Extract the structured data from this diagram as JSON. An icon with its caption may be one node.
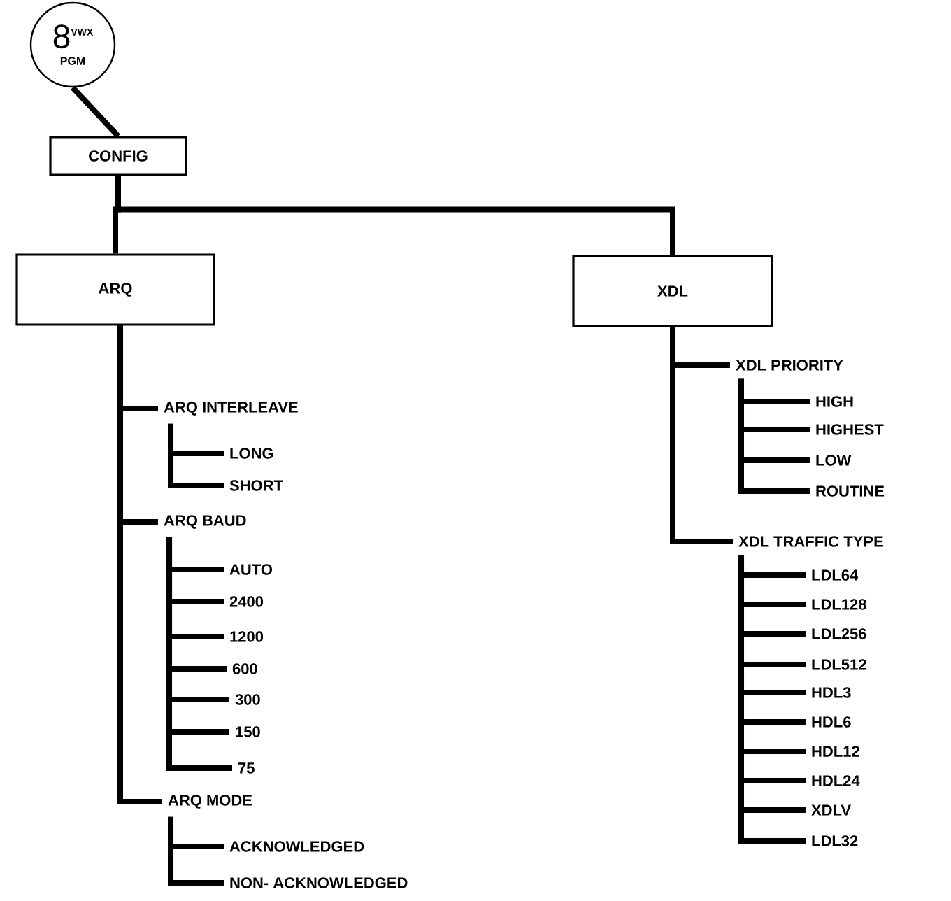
{
  "diagram": {
    "nodes": [
      {
        "text": [
          "8",
          "VWX",
          "PGM"
        ]
      },
      {
        "text": [
          "CONFIG"
        ]
      },
      {
        "text": [
          "ARQ"
        ]
      },
      {
        "text": [
          "XDL"
        ]
      },
      {
        "text": [
          "ARQ INTERLEAVE"
        ]
      },
      {
        "text": [
          "LONG"
        ]
      },
      {
        "text": [
          "SHORT"
        ]
      },
      {
        "text": [
          "ARQ BAUD"
        ]
      },
      {
        "text": [
          "AUTO"
        ]
      },
      {
        "text": [
          "2400"
        ]
      },
      {
        "text": [
          "1200"
        ]
      },
      {
        "text": [
          "600"
        ]
      },
      {
        "text": [
          "300"
        ]
      },
      {
        "text": [
          "150"
        ]
      },
      {
        "text": [
          "75"
        ]
      },
      {
        "text": [
          "ARQ MODE"
        ]
      },
      {
        "text": [
          "ACKNOWLEDGED"
        ]
      },
      {
        "text": [
          "NON- ACKNOWLEDGED"
        ]
      },
      {
        "text": [
          "XDL PRIORITY"
        ]
      },
      {
        "text": [
          "HIGH"
        ]
      },
      {
        "text": [
          "HIGHEST"
        ]
      },
      {
        "text": [
          "LOW"
        ]
      },
      {
        "text": [
          "ROUTINE"
        ]
      },
      {
        "text": [
          "XDL TRAFFIC TYPE"
        ]
      },
      {
        "text": [
          "LDL64"
        ]
      },
      {
        "text": [
          "LDL128"
        ]
      },
      {
        "text": [
          "LDL256"
        ]
      },
      {
        "text": [
          "LDL512"
        ]
      },
      {
        "text": [
          "HDL3"
        ]
      },
      {
        "text": [
          "HDL6"
        ]
      },
      {
        "text": [
          "HDL12"
        ]
      },
      {
        "text": [
          "HDL24"
        ]
      },
      {
        "text": [
          "XDLV"
        ]
      },
      {
        "text": [
          "LDL32"
        ]
      }
    ],
    "edges": [
      {
        "from": 0,
        "to": 1,
        "arrow": "none"
      },
      {
        "from": 1,
        "to": 2,
        "arrow": "none"
      },
      {
        "from": 1,
        "to": 3,
        "arrow": "none"
      },
      {
        "from": 2,
        "to": 4,
        "arrow": "none"
      },
      {
        "from": 4,
        "to": 5,
        "arrow": "none"
      },
      {
        "from": 4,
        "to": 6,
        "arrow": "none"
      },
      {
        "from": 2,
        "to": 7,
        "arrow": "none"
      },
      {
        "from": 7,
        "to": 8,
        "arrow": "none"
      },
      {
        "from": 7,
        "to": 9,
        "arrow": "none"
      },
      {
        "from": 7,
        "to": 10,
        "arrow": "none"
      },
      {
        "from": 7,
        "to": 11,
        "arrow": "none"
      },
      {
        "from": 7,
        "to": 12,
        "arrow": "none"
      },
      {
        "from": 7,
        "to": 13,
        "arrow": "none"
      },
      {
        "from": 7,
        "to": 14,
        "arrow": "none"
      },
      {
        "from": 2,
        "to": 15,
        "arrow": "none"
      },
      {
        "from": 15,
        "to": 16,
        "arrow": "none"
      },
      {
        "from": 15,
        "to": 17,
        "arrow": "none"
      },
      {
        "from": 3,
        "to": 18,
        "arrow": "none"
      },
      {
        "from": 18,
        "to": 19,
        "arrow": "none"
      },
      {
        "from": 18,
        "to": 20,
        "arrow": "none"
      },
      {
        "from": 18,
        "to": 21,
        "arrow": "none"
      },
      {
        "from": 18,
        "to": 22,
        "arrow": "none"
      },
      {
        "from": 3,
        "to": 23,
        "arrow": "none"
      },
      {
        "from": 23,
        "to": 24,
        "arrow": "none"
      },
      {
        "from": 23,
        "to": 25,
        "arrow": "none"
      },
      {
        "from": 23,
        "to": 26,
        "arrow": "none"
      },
      {
        "from": 23,
        "to": 27,
        "arrow": "none"
      },
      {
        "from": 23,
        "to": 28,
        "arrow": "none"
      },
      {
        "from": 23,
        "to": 29,
        "arrow": "none"
      },
      {
        "from": 23,
        "to": 30,
        "arrow": "none"
      },
      {
        "from": 23,
        "to": 31,
        "arrow": "none"
      },
      {
        "from": 23,
        "to": 32,
        "arrow": "none"
      },
      {
        "from": 23,
        "to": 33,
        "arrow": "none"
      }
    ]
  }
}
